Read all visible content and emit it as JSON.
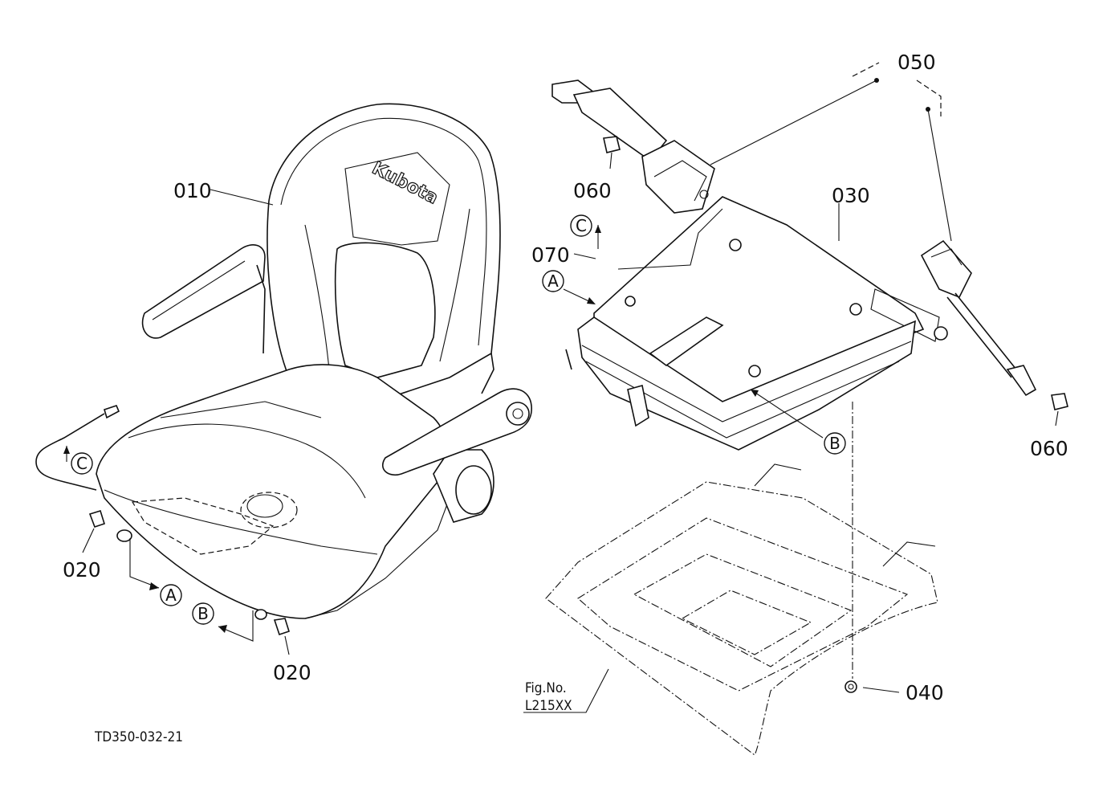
{
  "callouts": {
    "p010": "010",
    "p020a": "020",
    "p020b": "020",
    "p030": "030",
    "p040": "040",
    "p050": "050",
    "p060a": "060",
    "p060b": "060",
    "p070": "070"
  },
  "refs": {
    "a": "A",
    "b": "B",
    "c": "C"
  },
  "seat_brand": "Kubota",
  "fig_ref": {
    "line1": "Fig.No.",
    "line2": "L215XX"
  },
  "drawing_id": "TD350-032-21"
}
